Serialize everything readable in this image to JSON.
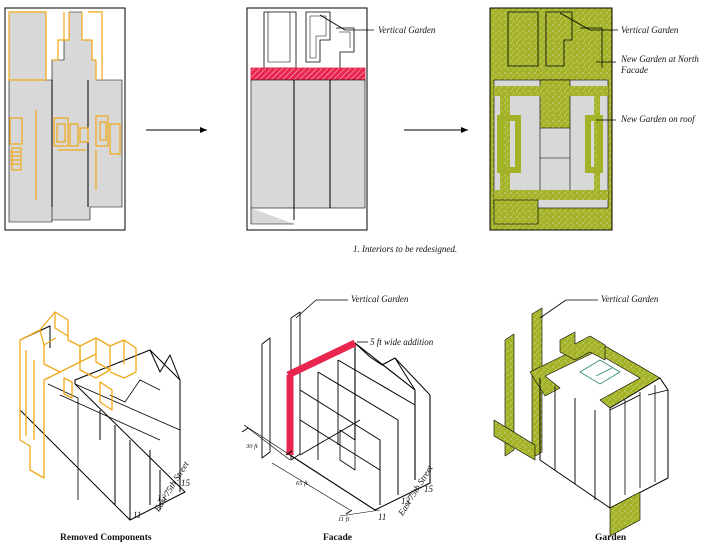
{
  "labels": {
    "vertical_garden": "Vertical Garden",
    "new_garden_north": "New Garden at North",
    "new_garden_north_2": "Facade",
    "new_garden_roof": "New Garden on roof",
    "interiors_note": "1. Interiors to be redesigned.",
    "addition": "5 ft wide addition",
    "dim_30": "30 ft",
    "dim_65": "65 ft",
    "dim_11": "11 ft"
  },
  "street": {
    "name": "East 75th Street",
    "n11": "11",
    "n13": "13",
    "n15": "15"
  },
  "captions": {
    "removed": "Removed Components",
    "facade": "Facade",
    "garden": "Garden"
  },
  "colors": {
    "removed_orange": "#f0a818",
    "addition_red": "#e8264f",
    "garden_green": "#a4b228",
    "floor_gray": "#d8d8d8",
    "line_black": "#000000"
  }
}
